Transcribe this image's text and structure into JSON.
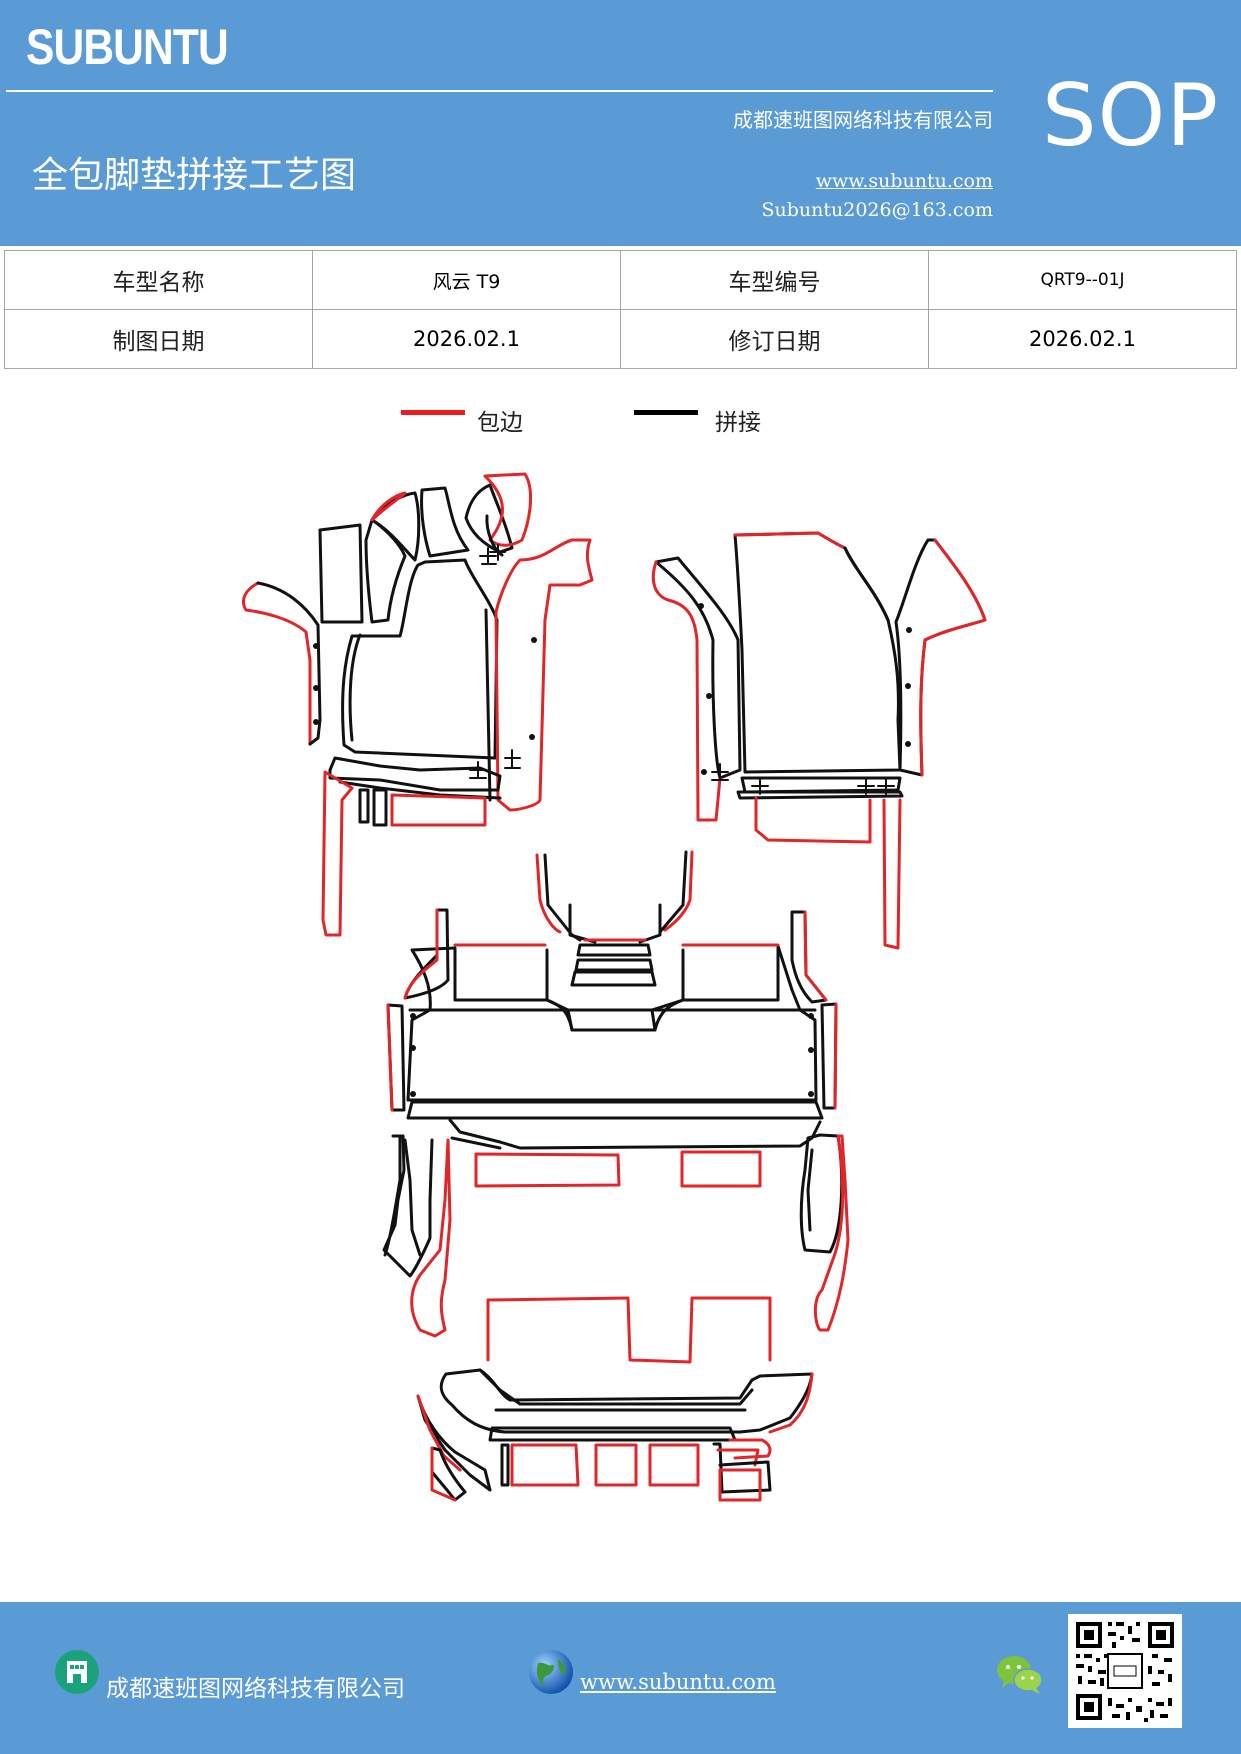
{
  "header": {
    "logo": "SUBUNTU",
    "company": "成都速班图网络科技有限公司",
    "title": "全包脚垫拼接工艺图",
    "website": "www.subuntu.com",
    "email": "Subuntu2026@163.com",
    "badge": "SOP"
  },
  "info_table": {
    "rows": [
      {
        "label1": "车型名称",
        "value1": "风云 T9",
        "label2": "车型编号",
        "value2": "QRT9--01J"
      },
      {
        "label1": "制图日期",
        "value1": "2026.02.1",
        "label2": "修订日期",
        "value2": "2026.02.1"
      }
    ]
  },
  "legend": {
    "items": [
      {
        "label": "包边",
        "color": "#ee1c1c"
      },
      {
        "label": "拼接",
        "color": "#000000"
      }
    ]
  },
  "footer": {
    "company": "成都速班图网络科技有限公司",
    "website": "www.subuntu.com",
    "icons": [
      "building-icon",
      "globe-icon",
      "wechat-icon",
      "qr-code"
    ]
  },
  "colors": {
    "brand_blue": "#5b9bd5",
    "edge_red": "#e0262a",
    "seam_black": "#111111"
  }
}
